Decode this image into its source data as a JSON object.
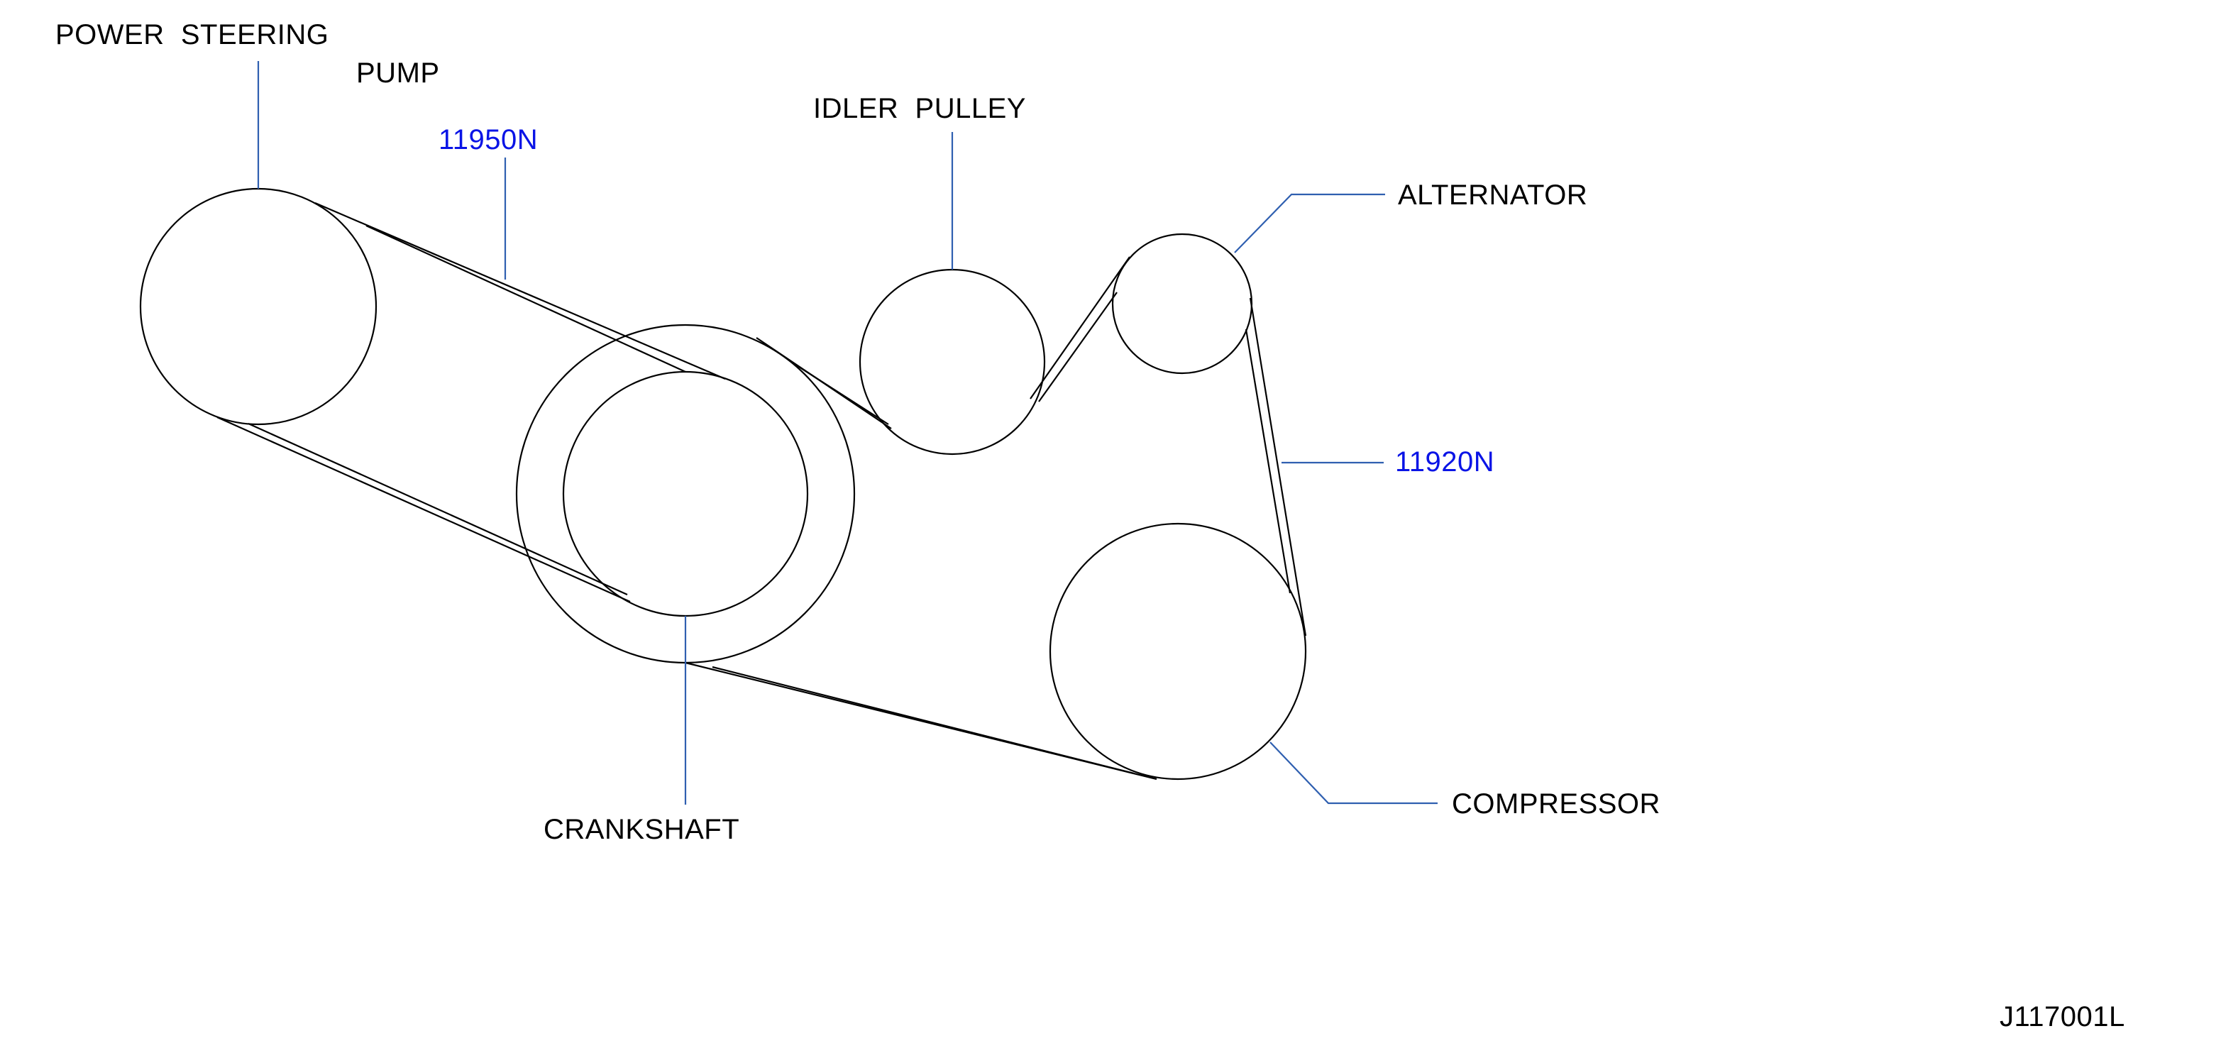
{
  "labels": {
    "power_steering_line1": "POWER  STEERING",
    "power_steering_line2": "PUMP",
    "idler_pulley": "IDLER  PULLEY",
    "alternator": "ALTERNATOR",
    "crankshaft": "CRANKSHAFT",
    "compressor": "COMPRESSOR"
  },
  "part_numbers": {
    "power_steering_belt": "11950N",
    "alternator_belt": "11920N"
  },
  "figure_code": "J117001L",
  "colors": {
    "label_text": "#000000",
    "part_number_text": "#0a14e6",
    "leader_line": "#2f5fb0",
    "outline": "#000000"
  }
}
